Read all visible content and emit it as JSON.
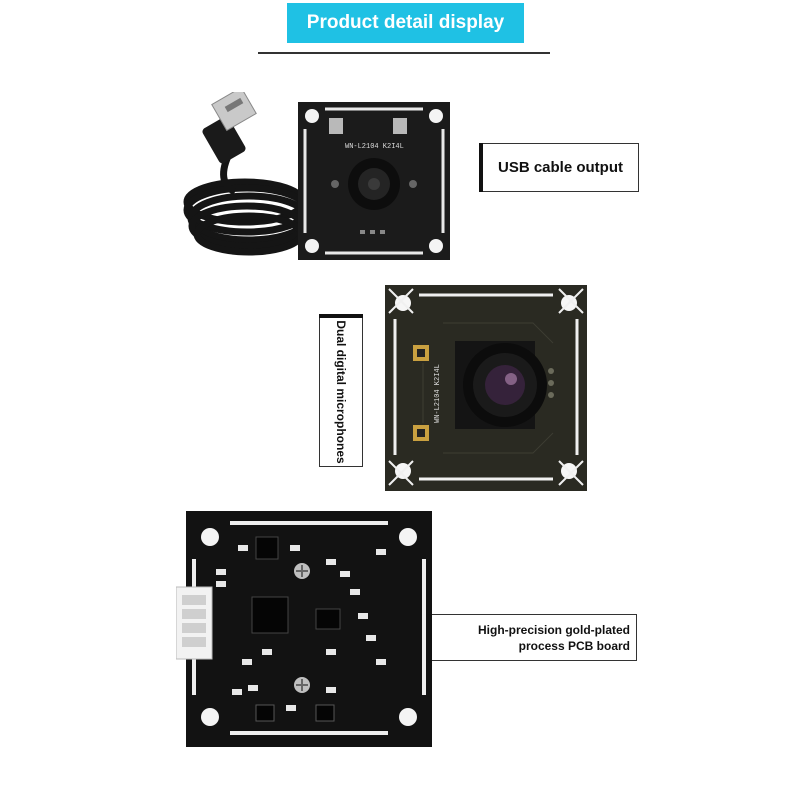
{
  "header": {
    "title": "Product detail display"
  },
  "callouts": {
    "usb": "USB cable output",
    "mic": "Dual digital microphones",
    "pcb_line1": "High-precision gold-plated",
    "pcb_line2": "process PCB board"
  },
  "board_marking": "WN-L2104 K2I4L"
}
